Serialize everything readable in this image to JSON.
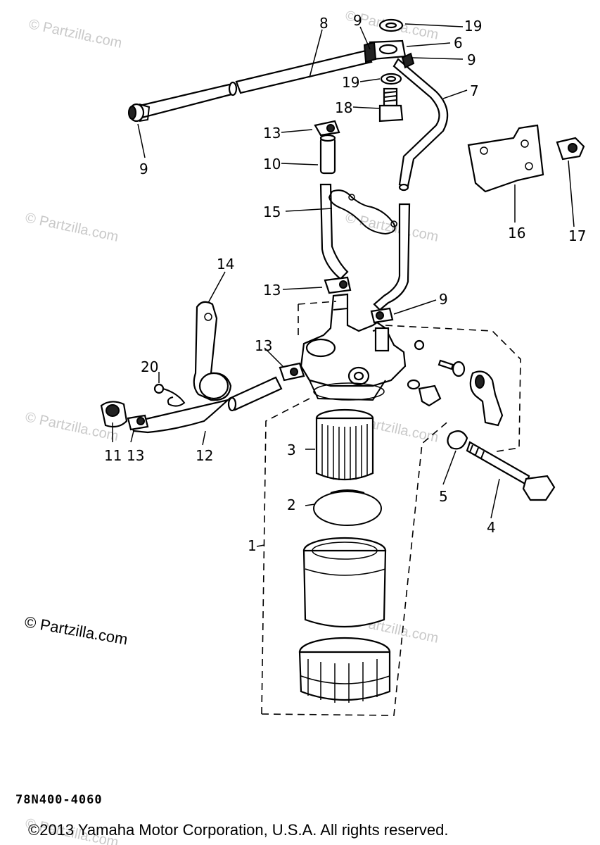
{
  "callouts": {
    "c1": "1",
    "c2": "2",
    "c3": "3",
    "c4": "4",
    "c5": "5",
    "c6": "6",
    "c7": "7",
    "c8": "8",
    "c9a": "9",
    "c9b": "9",
    "c9c": "9",
    "c9d": "9",
    "c10": "10",
    "c11": "11",
    "c12": "12",
    "c13a": "13",
    "c13b": "13",
    "c13c": "13",
    "c13d": "13",
    "c14": "14",
    "c15": "15",
    "c16": "16",
    "c17": "17",
    "c18": "18",
    "c19a": "19",
    "c19b": "19",
    "c20": "20"
  },
  "watermarks": {
    "main": "© Partzilla.com",
    "faint": "© Partzilla.com"
  },
  "diagram_code": "78N400-4060",
  "copyright": "©2013 Yamaha Motor Corporation, U.S.A. All rights reserved."
}
